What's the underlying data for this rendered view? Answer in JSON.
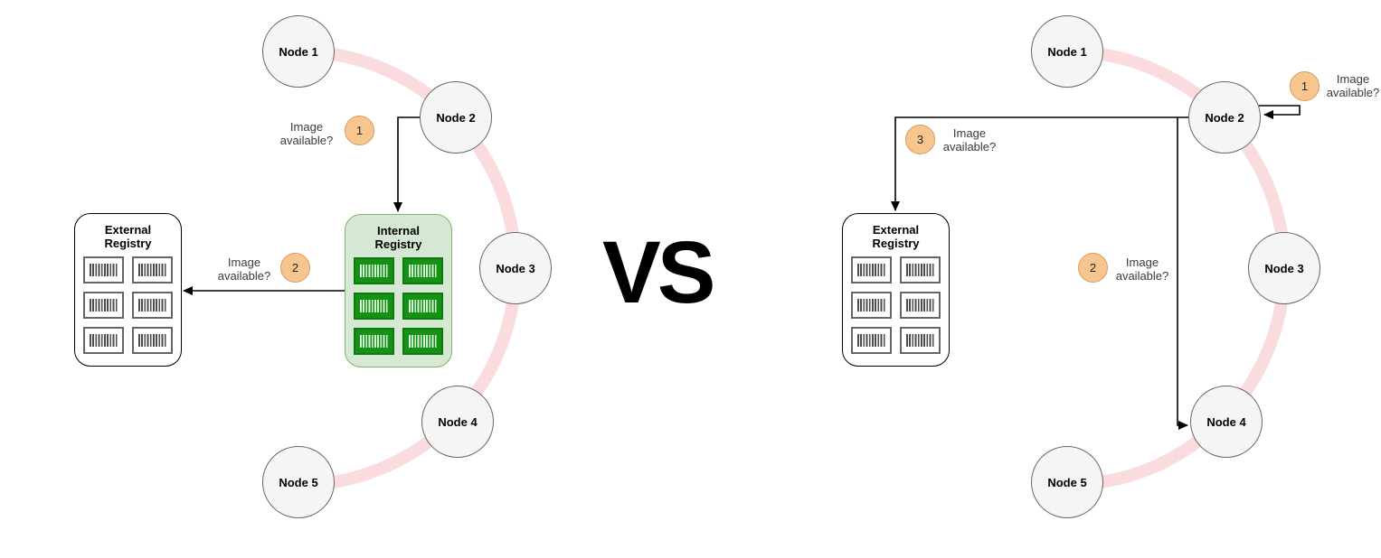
{
  "diagram": {
    "left": {
      "name": "internal-registry-flow",
      "nodes": [
        "Node 1",
        "Node 2",
        "Node 3",
        "Node 4",
        "Node 5"
      ],
      "internal_registry": {
        "title": "Internal Registry",
        "icon": "barcode-icon"
      },
      "external_registry": {
        "title": "External Registry",
        "icon": "barcode-icon"
      },
      "steps": [
        {
          "num": "1",
          "label": "Image available?"
        },
        {
          "num": "2",
          "label": "Image available?"
        }
      ]
    },
    "divider": {
      "label": "VS"
    },
    "right": {
      "name": "external-registry-flow",
      "nodes": [
        "Node 1",
        "Node 2",
        "Node 3",
        "Node 4",
        "Node 5"
      ],
      "external_registry": {
        "title": "External Registry",
        "icon": "barcode-icon"
      },
      "steps": [
        {
          "num": "1",
          "label": "Image available?"
        },
        {
          "num": "2",
          "label": "Image available?"
        },
        {
          "num": "3",
          "label": "Image available?"
        }
      ]
    }
  },
  "colors": {
    "node_fill": "#f5f5f5",
    "node_stroke": "#666666",
    "ring_pink": "#fadcdf",
    "badge_fill": "#f7c68f",
    "badge_stroke": "#d79b5c",
    "internal_box_fill": "#d5e8d4",
    "internal_box_stroke": "#82b366",
    "image_green_fill": "#159115",
    "image_green_stroke": "#0e7a0e",
    "image_green_bars": "#d6f2d6",
    "image_gray_stroke": "#666666",
    "image_gray_bars": "#4d4d4d",
    "arrow_color": "#000000",
    "text_color": "#333333"
  }
}
